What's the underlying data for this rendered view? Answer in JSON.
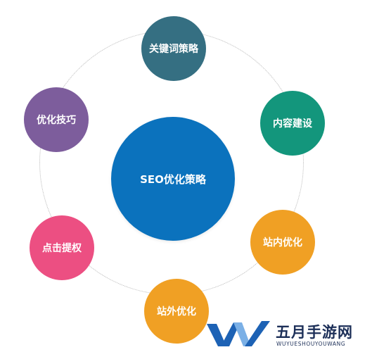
{
  "diagram": {
    "center": {
      "label": "SEO优化策略",
      "color": "#0b72bd"
    },
    "nodes": [
      {
        "id": "keyword",
        "label": "关键词策略",
        "color": "#356f82"
      },
      {
        "id": "content",
        "label": "内容建设",
        "color": "#13967c"
      },
      {
        "id": "onsite",
        "label": "站内优化",
        "color": "#f0a024"
      },
      {
        "id": "offsite",
        "label": "站外优化",
        "color": "#f0a024"
      },
      {
        "id": "rank",
        "label": "点击提权",
        "color": "#ec4f82"
      },
      {
        "id": "tips",
        "label": "优化技巧",
        "color": "#7d5d9c"
      }
    ]
  },
  "watermark": {
    "title": "五月手游网",
    "subtitle": "WUYUESHOUYOUWANG",
    "logo_colors": [
      "#1d62b5",
      "#7bb0e6"
    ]
  }
}
